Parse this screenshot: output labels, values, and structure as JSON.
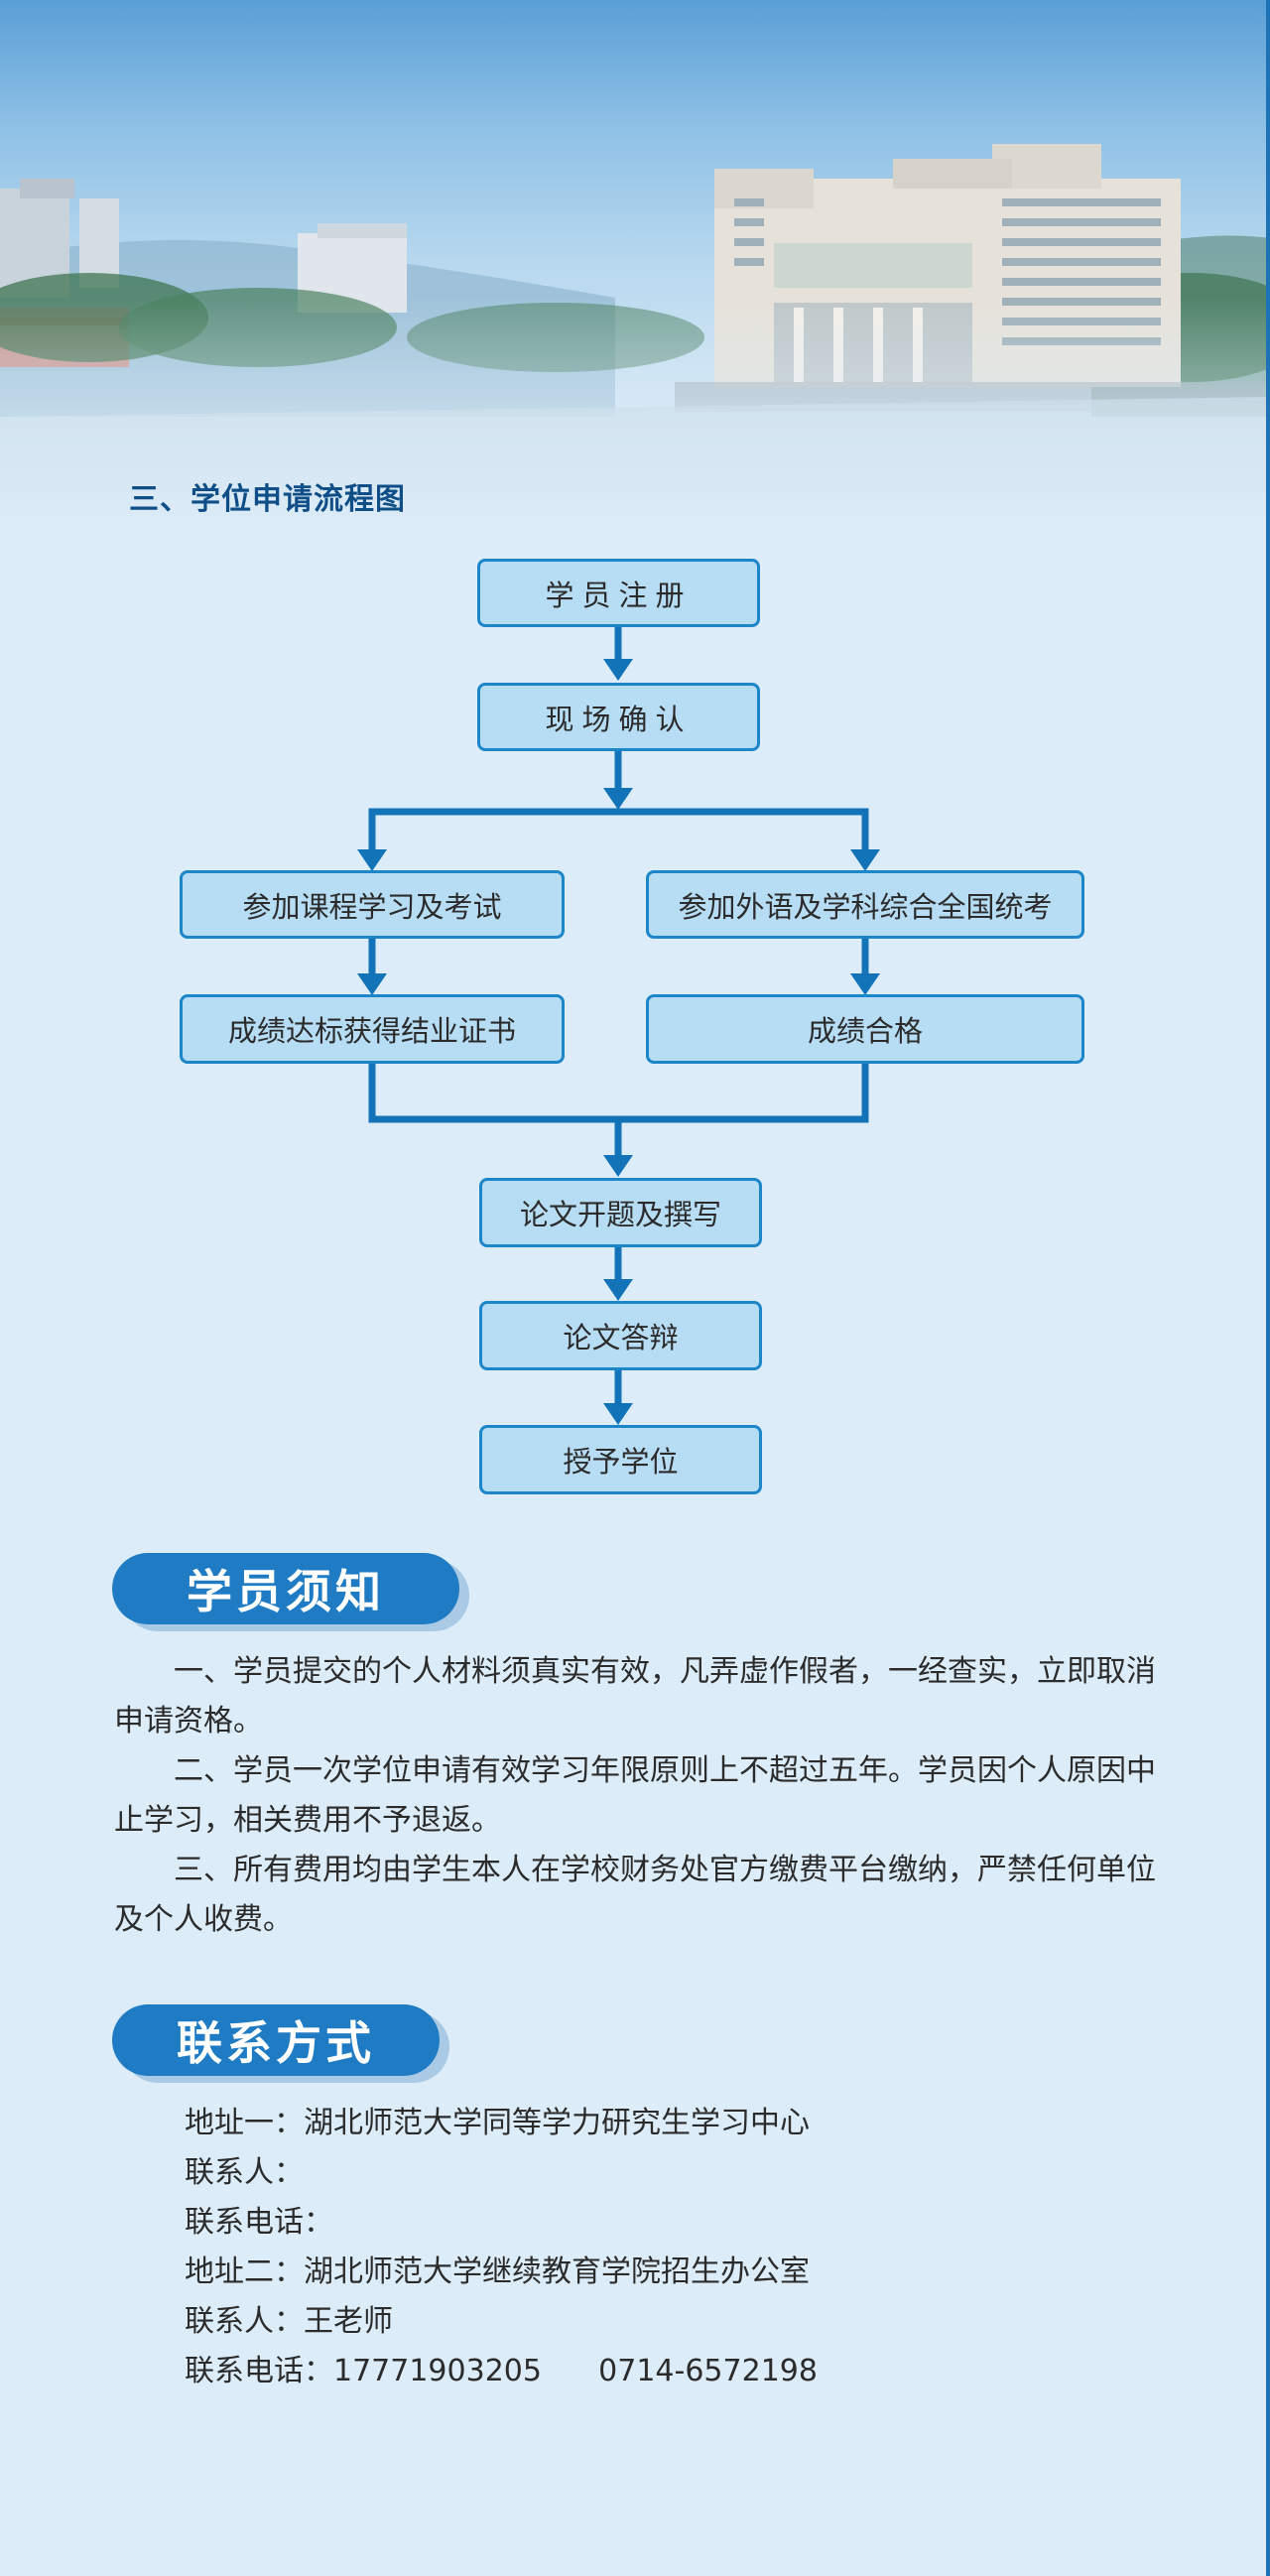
{
  "section_title": "三、学位申请流程图",
  "flow": {
    "register": "学员注册",
    "confirm": "现场确认",
    "course_exam": "参加课程学习及考试",
    "national_exam": "参加外语及学科综合全国统考",
    "certificate": "成绩达标获得结业证书",
    "pass": "成绩合格",
    "thesis_write": "论文开题及撰写",
    "thesis_defense": "论文答辩",
    "degree": "授予学位"
  },
  "notice": {
    "title": "学员须知",
    "items": [
      "一、学员提交的个人材料须真实有效，凡弄虚作假者，一经查实，立即取消申请资格。",
      "二、学员一次学位申请有效学习年限原则上不超过五年。学员因个人原因中止学习，相关费用不予退返。",
      "三、所有费用均由学生本人在学校财务处官方缴费平台缴纳，严禁任何单位及个人收费。"
    ]
  },
  "contact": {
    "title": "联系方式",
    "lines": [
      "地址一：湖北师范大学同等学力研究生学习中心",
      "联系人：",
      "联系电话：",
      "地址二：湖北师范大学继续教育学院招生办公室",
      "联系人：王老师",
      "联系电话：17771903205      0714-6572198"
    ]
  },
  "colors": {
    "background": "#dcecf8",
    "accent": "#1f7cc4",
    "box_fill": "#b7ddf5",
    "box_border": "#1c86c8",
    "title_text": "#0f4e86"
  }
}
